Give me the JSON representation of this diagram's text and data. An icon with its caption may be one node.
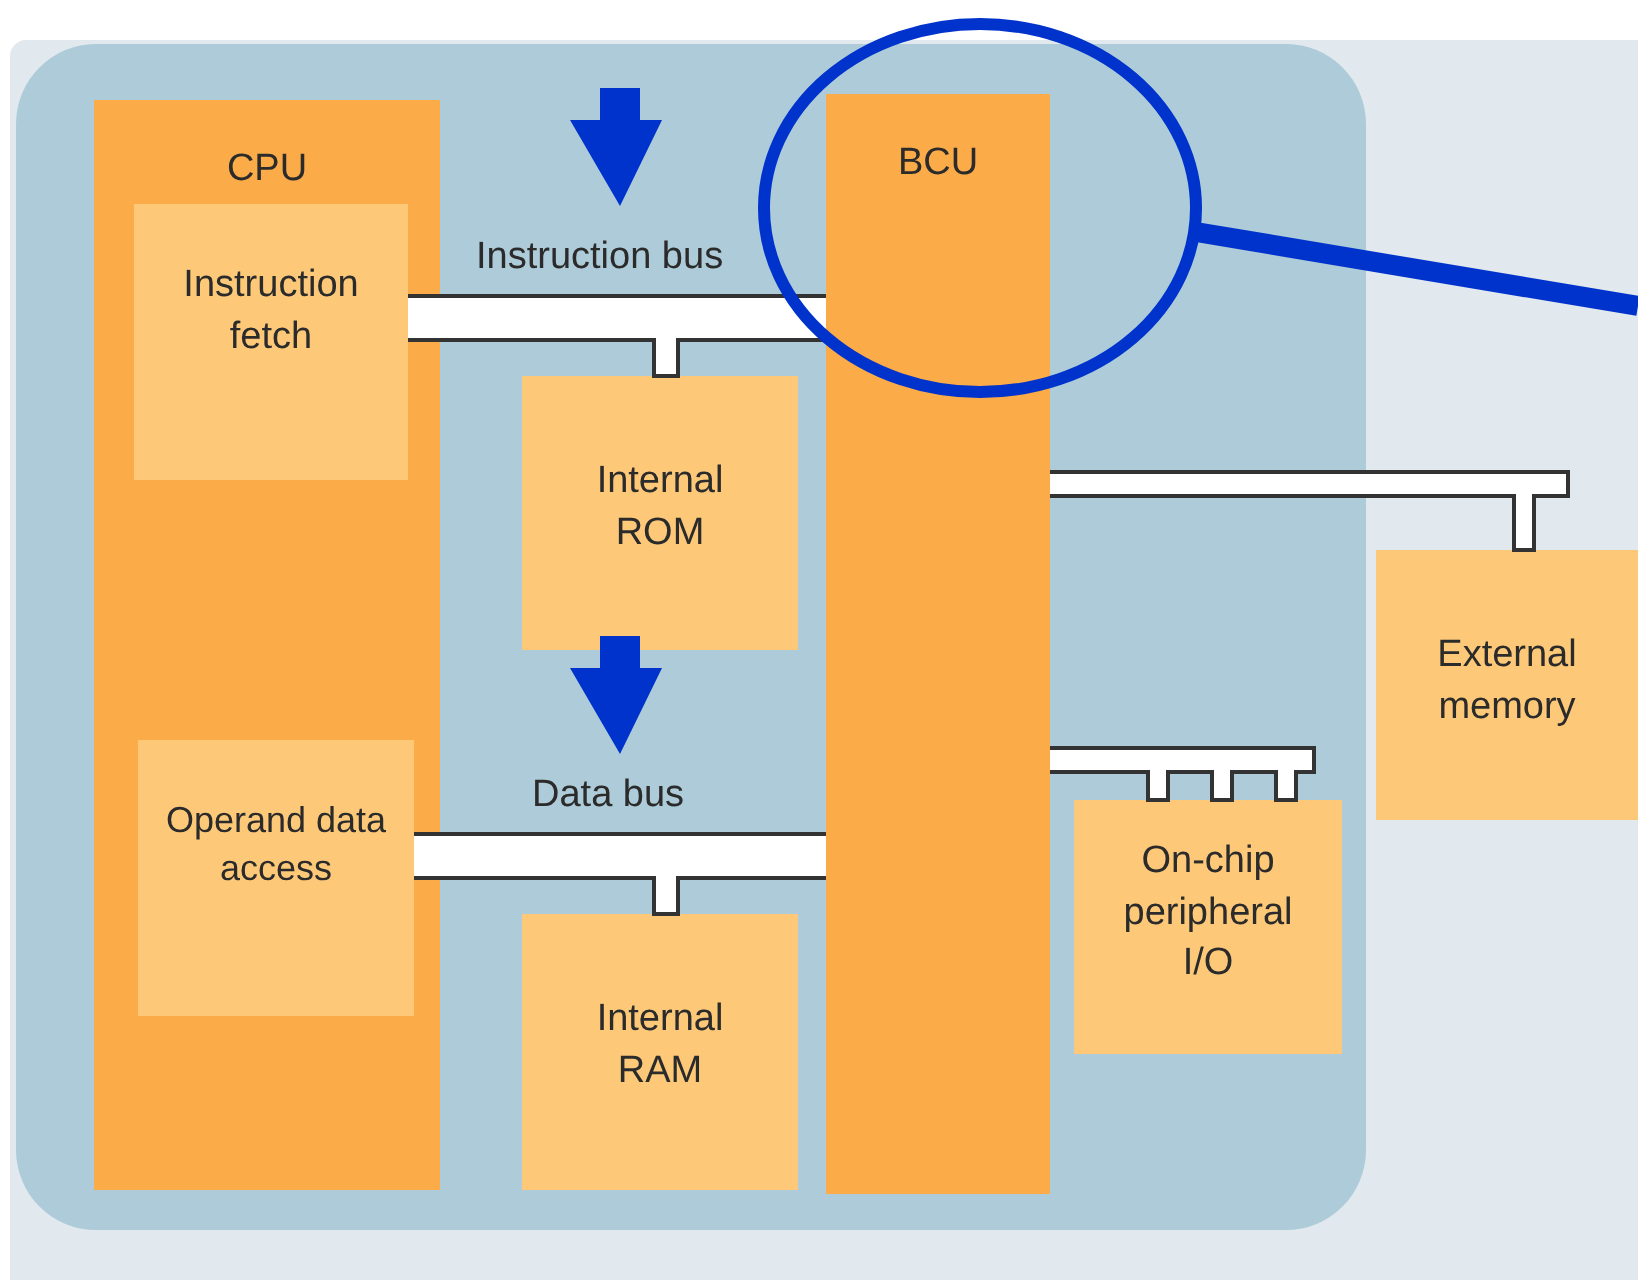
{
  "diagram": {
    "nodes": [
      {
        "text": [],
        "shape": "box"
      },
      {
        "text": [
          "CPU"
        ],
        "in": 0
      },
      {
        "text": [
          "Instruction fetch"
        ],
        "in": 1
      },
      {
        "text": [
          "Operand data access"
        ],
        "in": 1
      },
      {
        "text": [
          "Internal ROM"
        ],
        "in": 0
      },
      {
        "text": [
          "Internal RAM"
        ],
        "in": 0
      },
      {
        "text": [
          "BCU"
        ],
        "in": 0
      },
      {
        "text": [
          "On-chip peripheral I/O"
        ],
        "in": 0
      },
      {
        "text": [
          "External memory"
        ]
      },
      {
        "text": [],
        "shape": "bar",
        "beside": [
          "Instruction bus"
        ],
        "in": 0
      },
      {
        "text": [],
        "shape": "bar",
        "beside": [
          "Data bus"
        ],
        "in": 0
      },
      {
        "text": [],
        "shape": "bar"
      },
      {
        "text": [],
        "shape": "bar",
        "in": 0
      }
    ],
    "edges": [
      {
        "from": 9,
        "to": 4,
        "arrow": "none"
      },
      {
        "from": 10,
        "to": 5,
        "arrow": "none"
      },
      {
        "from": 11,
        "to": 8,
        "arrow": "none"
      },
      {
        "from": 12,
        "to": 7,
        "arrow": "none"
      },
      {
        "from": 12,
        "to": 7,
        "arrow": "none"
      },
      {
        "from": 12,
        "to": 7,
        "arrow": "none"
      }
    ]
  }
}
